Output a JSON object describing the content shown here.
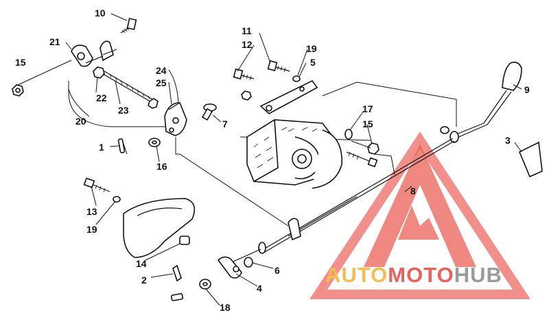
{
  "callouts": {
    "c1": "1",
    "c2": "2",
    "c3": "3",
    "c4": "4",
    "c5": "5",
    "c6": "6",
    "c7": "7",
    "c8": "8",
    "c9": "9",
    "c10": "10",
    "c11": "11",
    "c12": "12",
    "c13": "13",
    "c14": "14",
    "c15a": "15",
    "c15b": "15",
    "c16": "16",
    "c17": "17",
    "c18": "18",
    "c19a": "19",
    "c19b": "19",
    "c20": "20",
    "c21": "21",
    "c22": "22",
    "c23": "23",
    "c24": "24",
    "c25": "25"
  },
  "watermark": {
    "word_a": "AUTO",
    "word_b": "MOTO",
    "word_c": "HUB",
    "color_a": "#f2b233",
    "color_b": "#e8453c",
    "color_c": "#8a8a8a"
  }
}
